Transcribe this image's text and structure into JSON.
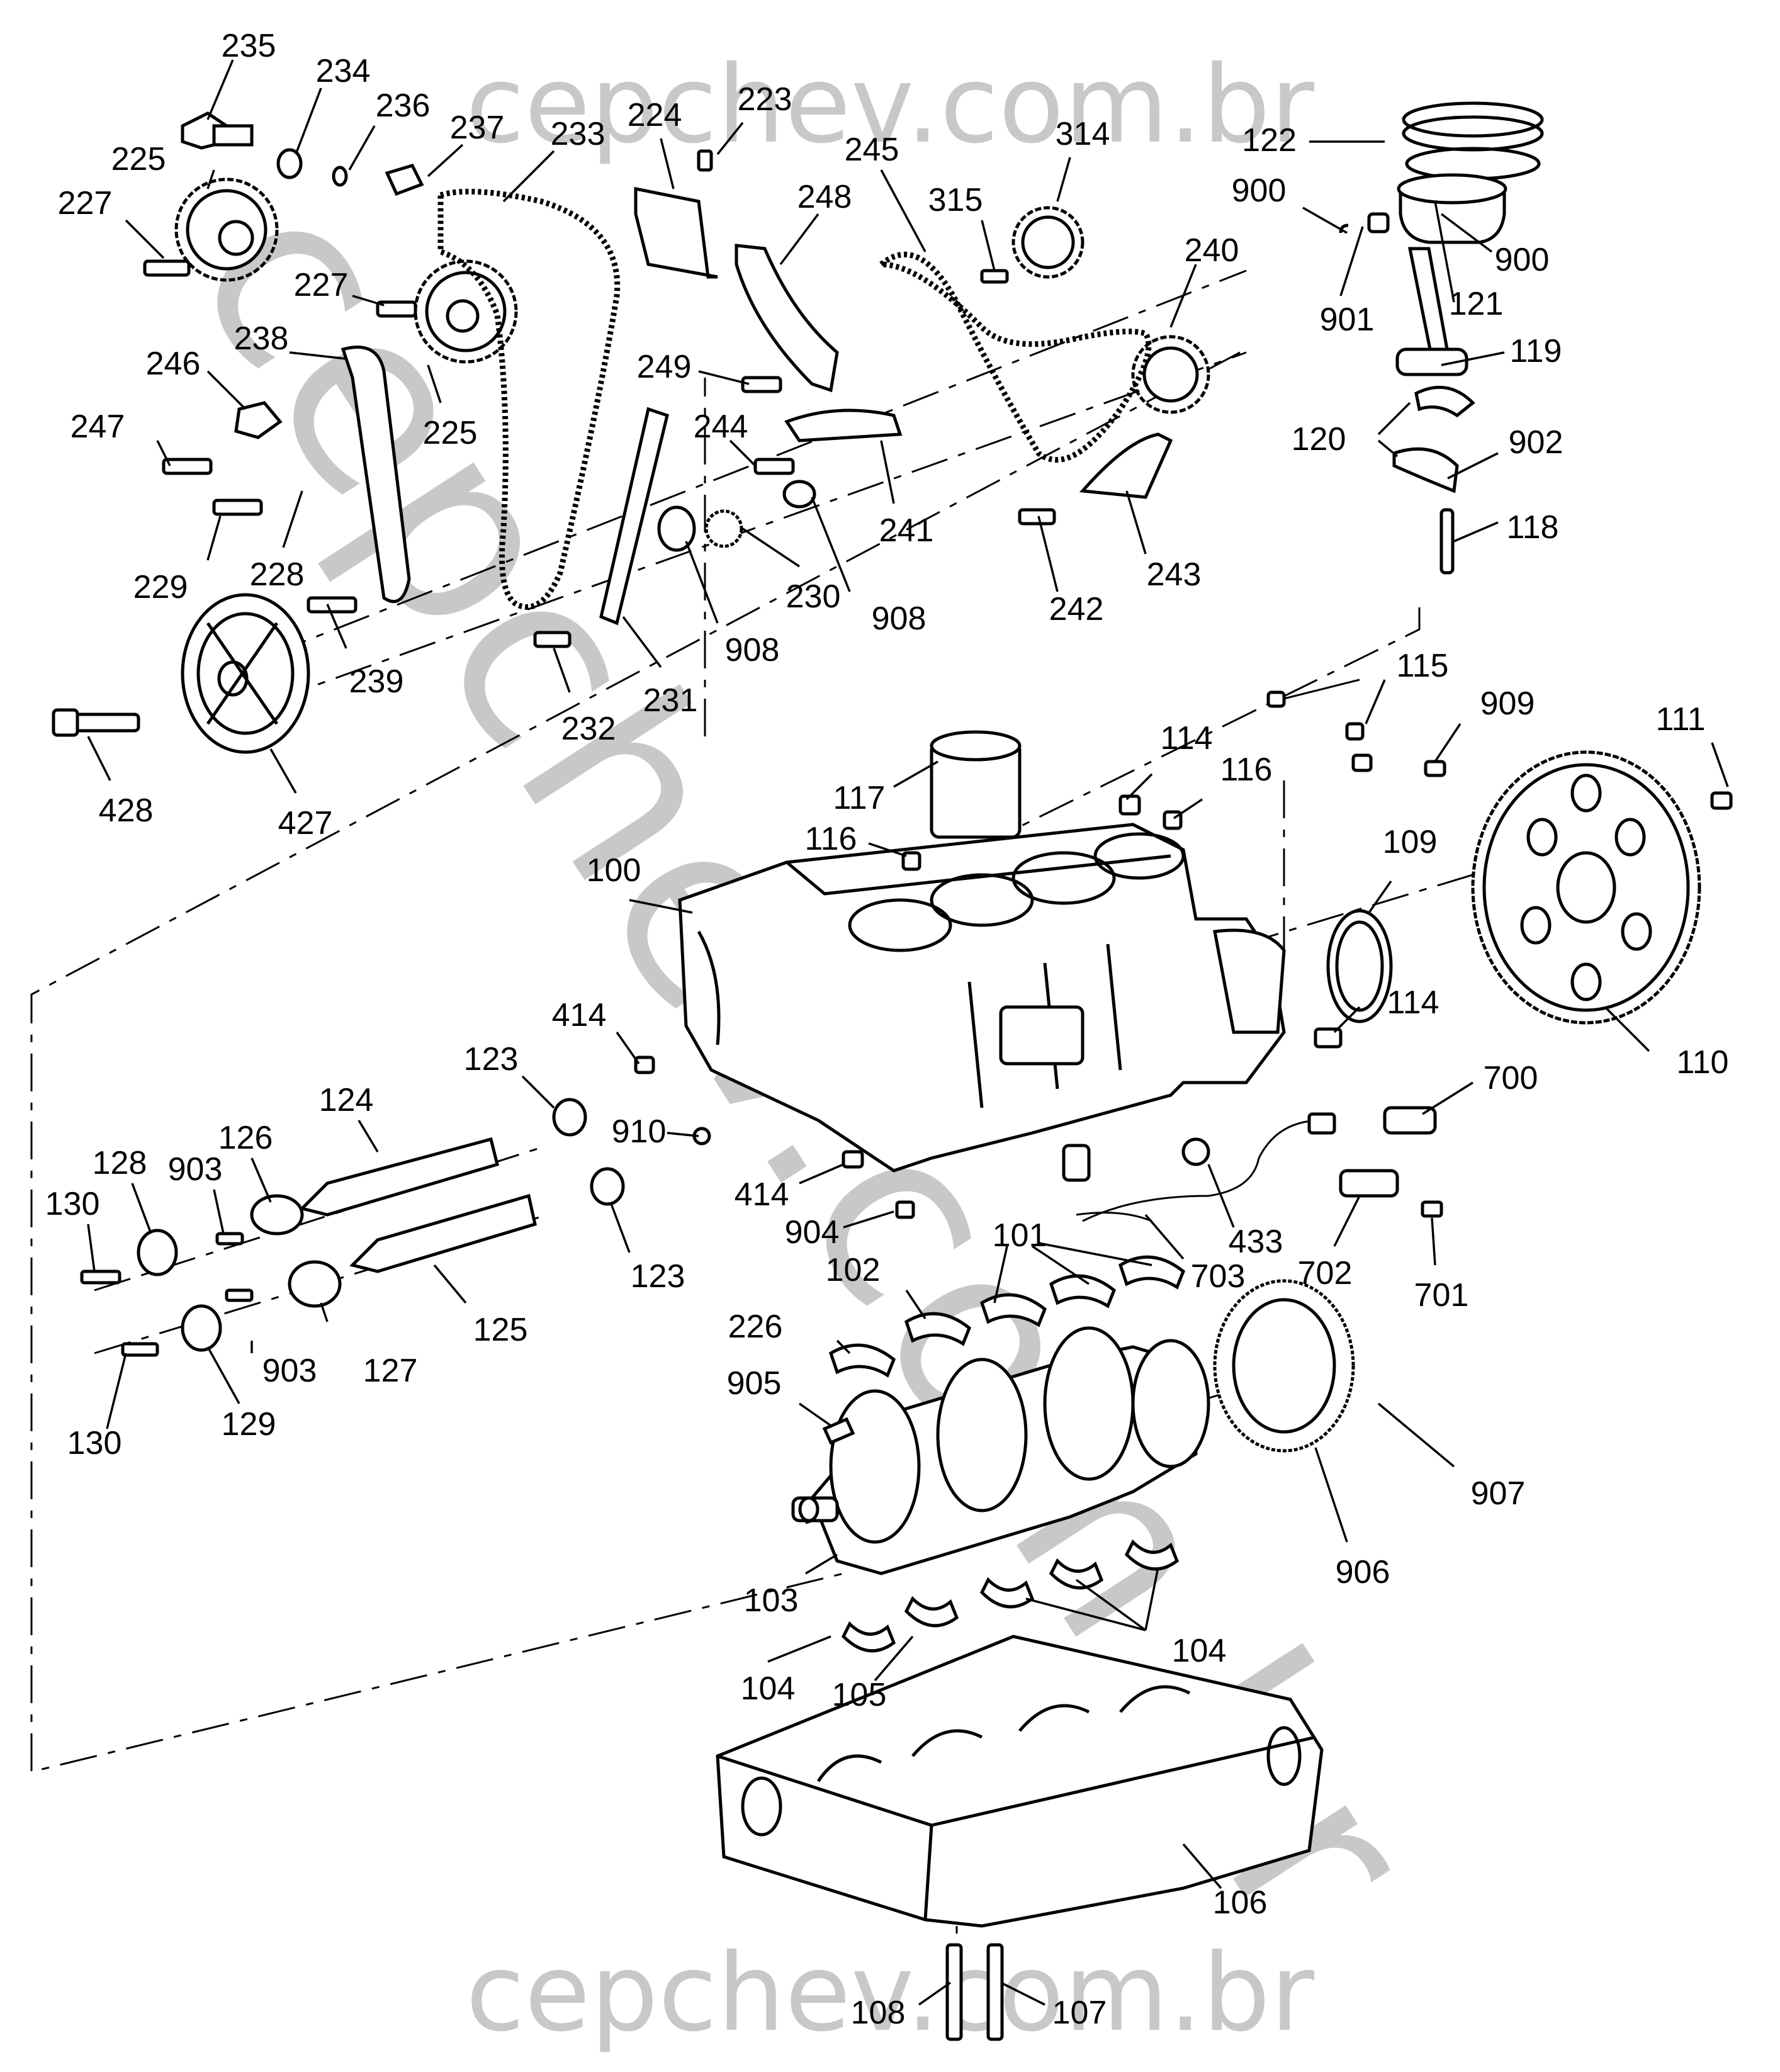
{
  "watermark": {
    "top": "cepchev.com.br",
    "bottom": "cepchev.com.br",
    "diagonal": "cepchev.com.br"
  },
  "callouts": {
    "c235": "235",
    "c234": "234",
    "c236": "236",
    "c237": "237",
    "c233": "233",
    "c224": "224",
    "c223": "223",
    "c245": "245",
    "c314": "314",
    "c122": "122",
    "c225a": "225",
    "c227a": "227",
    "c248": "248",
    "c315": "315",
    "c900a": "900",
    "c900b": "900",
    "c240": "240",
    "c121": "121",
    "c901": "901",
    "c227b": "227",
    "c238": "238",
    "c246": "246",
    "c225b": "225",
    "c249": "249",
    "c119": "119",
    "c247": "247",
    "c244": "244",
    "c120": "120",
    "c902": "902",
    "c241": "241",
    "c229": "229",
    "c228": "228",
    "c230": "230",
    "c908a": "908",
    "c242": "242",
    "c243": "243",
    "c118": "118",
    "c239": "239",
    "c908b": "908",
    "c231": "231",
    "c232": "232",
    "c115": "115",
    "c909": "909",
    "c428": "428",
    "c427": "427",
    "c114a": "114",
    "c116a": "116",
    "c111": "111",
    "c117": "117",
    "c109": "109",
    "c116b": "116",
    "c100": "100",
    "c414a": "414",
    "c114b": "114",
    "c123a": "123",
    "c110": "110",
    "c700": "700",
    "c124": "124",
    "c126": "126",
    "c910": "910",
    "c128": "128",
    "c903a": "903",
    "c130a": "130",
    "c414b": "414",
    "c904": "904",
    "c433": "433",
    "c702": "702",
    "c701": "701",
    "c123b": "123",
    "c101": "101",
    "c102": "102",
    "c703": "703",
    "c125": "125",
    "c903b": "903",
    "c127": "127",
    "c226": "226",
    "c905": "905",
    "c129": "129",
    "c130b": "130",
    "c907": "907",
    "c906": "906",
    "c103": "103",
    "c104a": "104",
    "c104b": "104",
    "c105": "105",
    "c106": "106",
    "c108": "108",
    "c107": "107"
  }
}
